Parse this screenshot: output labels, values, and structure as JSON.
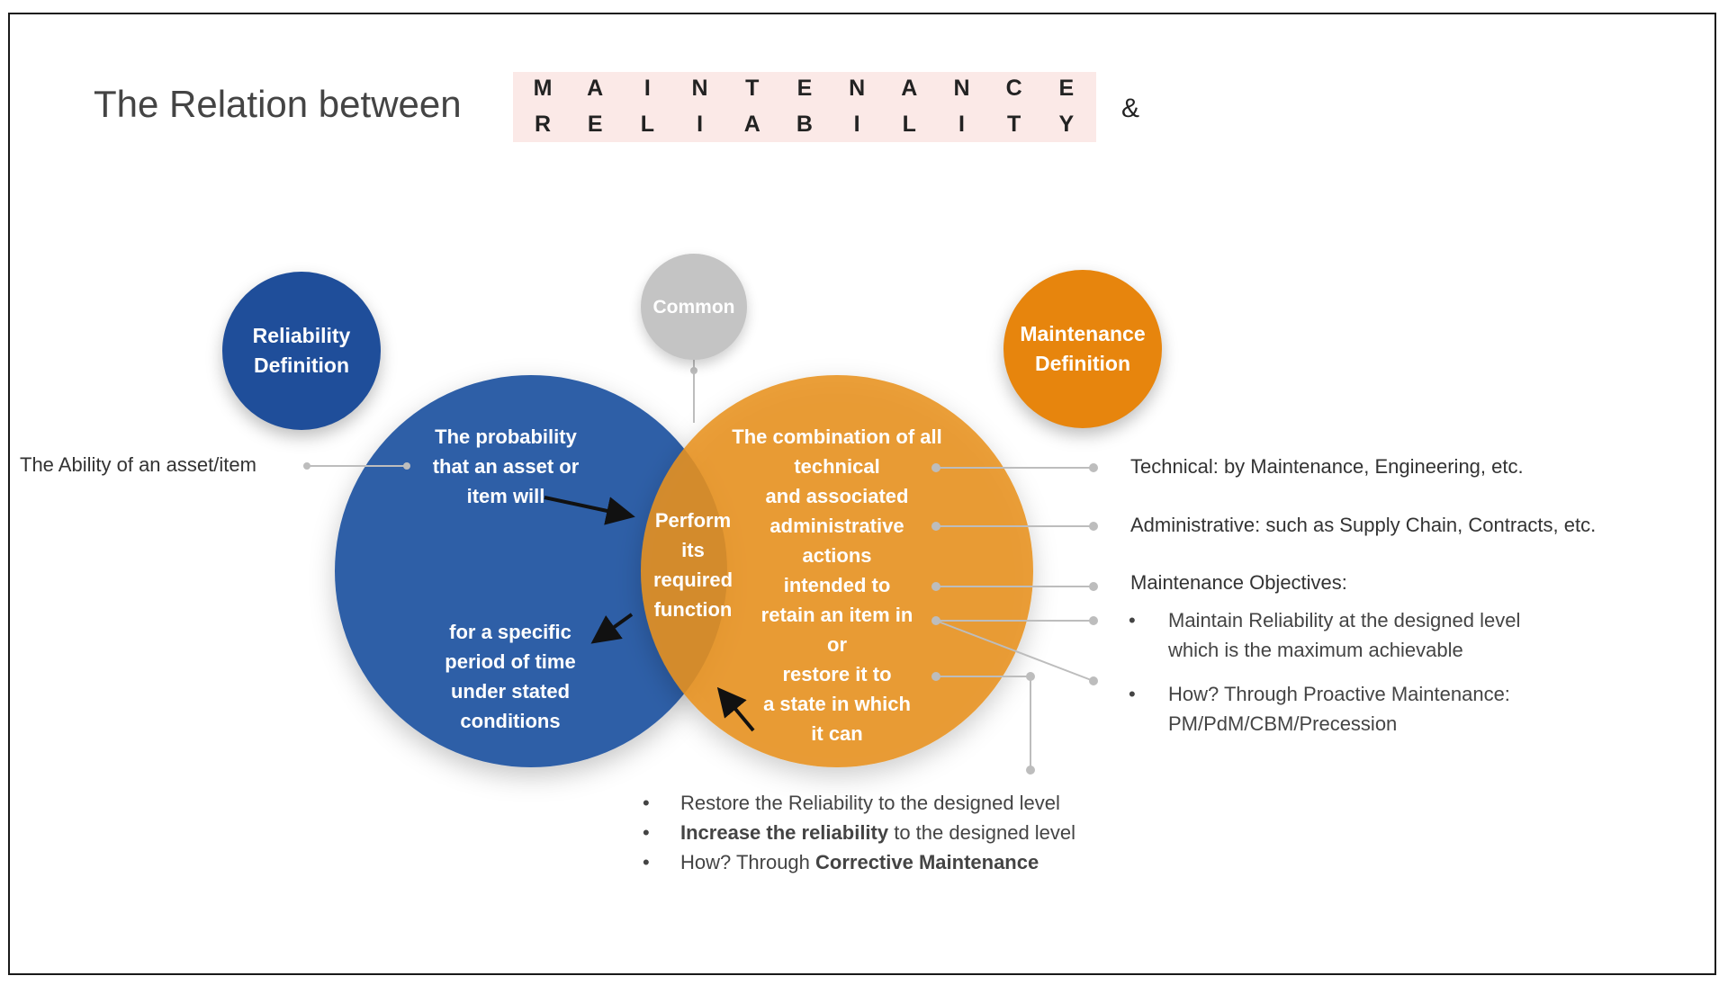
{
  "title": {
    "prefix": "The Relation between",
    "row1": [
      "M",
      "A",
      "I",
      "N",
      "T",
      "E",
      "N",
      "A",
      "N",
      "C",
      "E"
    ],
    "row2": [
      "R",
      "E",
      "L",
      "I",
      "A",
      "B",
      "I",
      "L",
      "I",
      "T",
      "Y"
    ],
    "ampersand": "&"
  },
  "badges": {
    "reliability": [
      "Reliability",
      "Definition"
    ],
    "common": "Common",
    "maintenance": [
      "Maintenance",
      "Definition"
    ]
  },
  "reliability_circle": {
    "top_lines": [
      "The probability",
      "that an asset or",
      "item will"
    ],
    "bottom_lines": [
      "for a specific",
      "period of time",
      "under stated",
      "conditions"
    ]
  },
  "overlap_lines": [
    "Perform",
    "its",
    "required",
    "function"
  ],
  "maintenance_circle": {
    "lines": [
      "The combination of all",
      "technical",
      "and associated",
      "administrative",
      "actions",
      "intended to",
      "retain an item in",
      "or",
      "restore it to",
      "a state in which",
      "it can"
    ]
  },
  "left_label": "The Ability of an asset/item",
  "right_labels": {
    "technical": "Technical: by Maintenance, Engineering, etc.",
    "administrative": "Administrative: such as Supply Chain, Contracts, etc.",
    "objectives": "Maintenance Objectives:",
    "bullet1": [
      "Maintain Reliability at the designed level",
      "which is the maximum achievable"
    ],
    "bullet2": [
      "How? Through Proactive Maintenance:",
      "PM/PdM/CBM/Precession"
    ]
  },
  "bottom_bullets": {
    "b1": "Restore the Reliability to the designed level",
    "b2_bold": "Increase the reliability",
    "b2_rest": " to the designed level",
    "b3_pre": "How? Through ",
    "b3_bold": "Corrective Maintenance"
  },
  "bullet_symbol": "•",
  "colors": {
    "reliability_blue": "#2f5fa7",
    "maintenance_orange": "#e8921c",
    "common_gray": "#c4c4c4",
    "connector_gray": "#bdbdbd"
  }
}
